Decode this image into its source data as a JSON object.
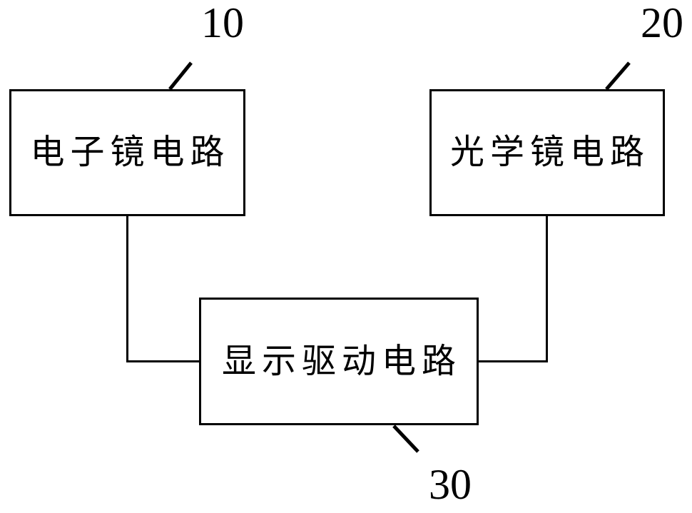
{
  "figure": {
    "background_color": "#ffffff",
    "line_color": "#000000",
    "nodes": [
      {
        "id": "electronic-lens-circuit",
        "label": "电子镜电路",
        "ref": "10"
      },
      {
        "id": "optical-lens-circuit",
        "label": "光学镜电路",
        "ref": "20"
      },
      {
        "id": "display-driver-circuit",
        "label": "显示驱动电路",
        "ref": "30"
      }
    ],
    "connections": [
      {
        "from": "10",
        "to": "30"
      },
      {
        "from": "20",
        "to": "30"
      }
    ]
  }
}
